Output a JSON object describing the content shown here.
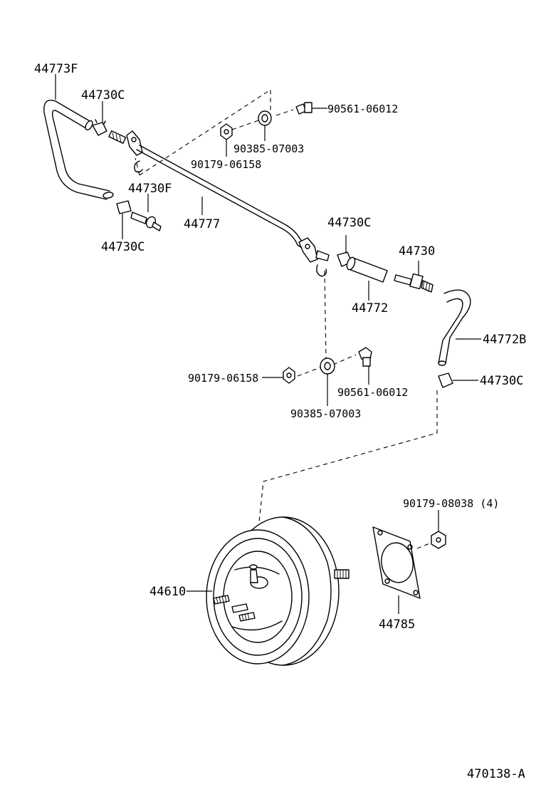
{
  "diagram": {
    "labels": {
      "p44773F": "44773F",
      "p44730C_a": "44730C",
      "p90561_a": "90561-06012",
      "p90385_a": "90385-07003",
      "p90179_a": "90179-06158",
      "p44730F": "44730F",
      "p44777": "44777",
      "p44730C_b": "44730C",
      "p44730C_c": "44730C",
      "p44730": "44730",
      "p44772": "44772",
      "p44772B": "44772B",
      "p90179_b": "90179-06158",
      "p90561_b": "90561-06012",
      "p44730C_d": "44730C",
      "p90385_b": "90385-07003",
      "p90179_c": "90179-08038 (4)",
      "p44610": "44610",
      "p44785": "44785",
      "drawing_id": "470138-A"
    }
  }
}
